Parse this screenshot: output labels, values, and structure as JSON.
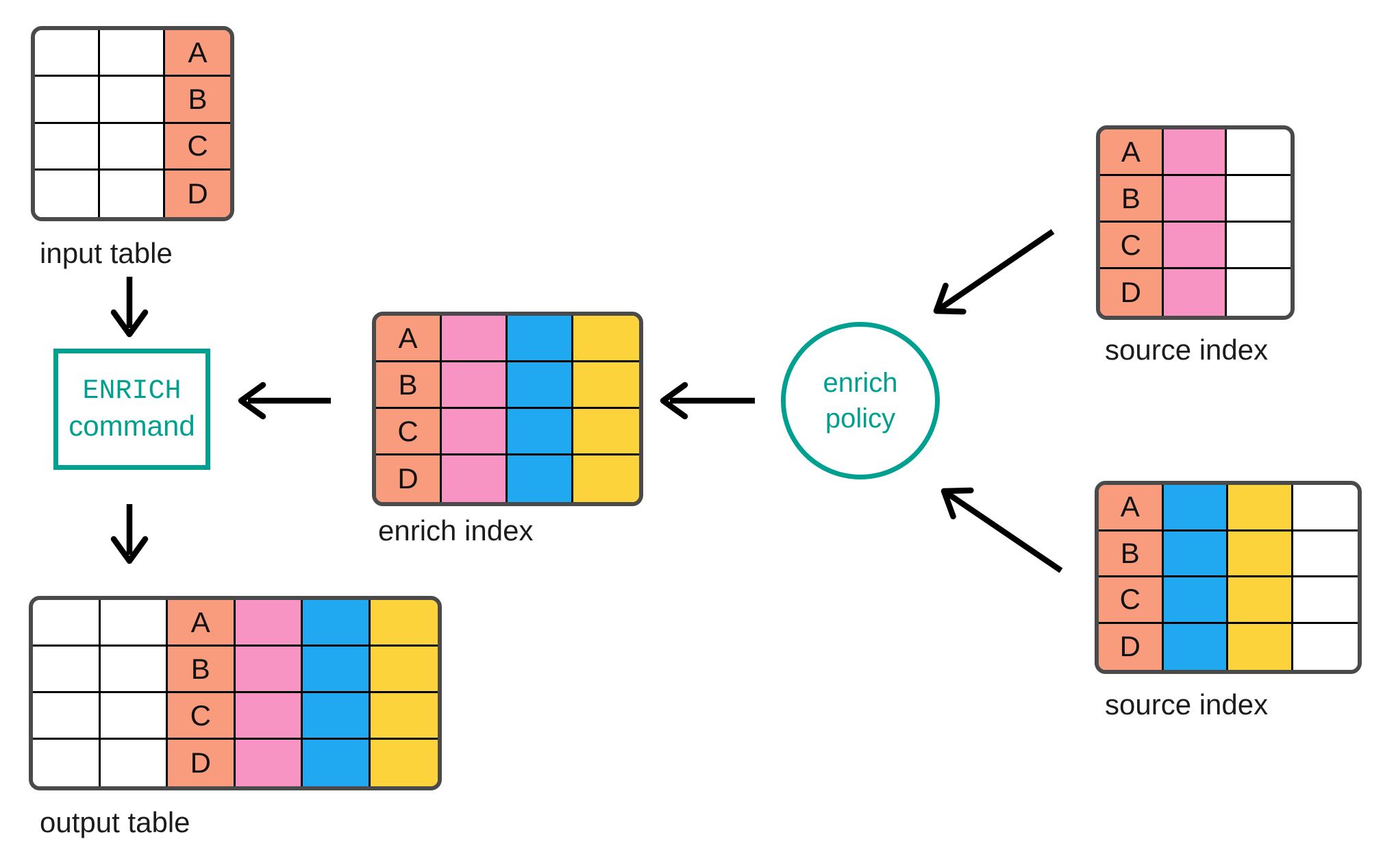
{
  "colors": {
    "white": "#FFFFFF",
    "salmon": "#F99B7D",
    "pink": "#F894C4",
    "blue": "#20A9F0",
    "yellow": "#FDD33C",
    "teal": "#00A091",
    "table_border": "#4A4A4A",
    "grid_line": "#000000",
    "label_text": "#1C1C1C",
    "arrow": "#000000"
  },
  "tables": {
    "input_table": {
      "label": "input table",
      "rows": 4,
      "columns": [
        {
          "color": "white",
          "cells": [
            "",
            "",
            "",
            ""
          ]
        },
        {
          "color": "white",
          "cells": [
            "",
            "",
            "",
            ""
          ]
        },
        {
          "color": "salmon",
          "cells": [
            "A",
            "B",
            "C",
            "D"
          ]
        }
      ]
    },
    "enrich_index": {
      "label": "enrich index",
      "rows": 4,
      "columns": [
        {
          "color": "salmon",
          "cells": [
            "A",
            "B",
            "C",
            "D"
          ]
        },
        {
          "color": "pink",
          "cells": [
            "",
            "",
            "",
            ""
          ]
        },
        {
          "color": "blue",
          "cells": [
            "",
            "",
            "",
            ""
          ]
        },
        {
          "color": "yellow",
          "cells": [
            "",
            "",
            "",
            ""
          ]
        }
      ]
    },
    "source_index_top": {
      "label": "source index",
      "rows": 4,
      "columns": [
        {
          "color": "salmon",
          "cells": [
            "A",
            "B",
            "C",
            "D"
          ]
        },
        {
          "color": "pink",
          "cells": [
            "",
            "",
            "",
            ""
          ]
        },
        {
          "color": "white",
          "cells": [
            "",
            "",
            "",
            ""
          ]
        }
      ]
    },
    "source_index_bottom": {
      "label": "source index",
      "rows": 4,
      "columns": [
        {
          "color": "salmon",
          "cells": [
            "A",
            "B",
            "C",
            "D"
          ]
        },
        {
          "color": "blue",
          "cells": [
            "",
            "",
            "",
            ""
          ]
        },
        {
          "color": "yellow",
          "cells": [
            "",
            "",
            "",
            ""
          ]
        },
        {
          "color": "white",
          "cells": [
            "",
            "",
            "",
            ""
          ]
        }
      ]
    },
    "output_table": {
      "label": "output table",
      "rows": 4,
      "columns": [
        {
          "color": "white",
          "cells": [
            "",
            "",
            "",
            ""
          ]
        },
        {
          "color": "white",
          "cells": [
            "",
            "",
            "",
            ""
          ]
        },
        {
          "color": "salmon",
          "cells": [
            "A",
            "B",
            "C",
            "D"
          ]
        },
        {
          "color": "pink",
          "cells": [
            "",
            "",
            "",
            ""
          ]
        },
        {
          "color": "blue",
          "cells": [
            "",
            "",
            "",
            ""
          ]
        },
        {
          "color": "yellow",
          "cells": [
            "",
            "",
            "",
            ""
          ]
        }
      ]
    }
  },
  "nodes": {
    "enrich_command": {
      "line1": "ENRICH",
      "line2": "command"
    },
    "enrich_policy": {
      "line1": "enrich",
      "line2": "policy"
    }
  },
  "connections": [
    {
      "from": "input-table",
      "to": "enrich-command"
    },
    {
      "from": "enrich-command",
      "to": "output-table"
    },
    {
      "from": "enrich-index",
      "to": "enrich-command"
    },
    {
      "from": "enrich-policy",
      "to": "enrich-index"
    },
    {
      "from": "source-index-top",
      "to": "enrich-policy"
    },
    {
      "from": "source-index-bottom",
      "to": "enrich-policy"
    }
  ]
}
